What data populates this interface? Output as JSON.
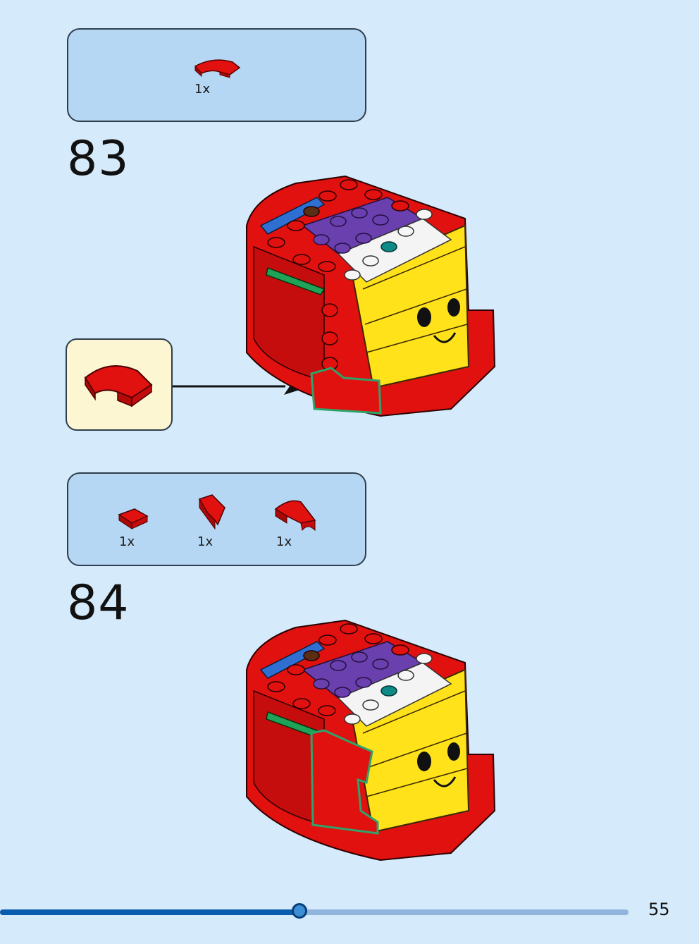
{
  "steps": [
    {
      "number": "83",
      "parts": [
        {
          "qty": "1x",
          "icon": "red-curved-slope-icon"
        }
      ]
    },
    {
      "number": "84",
      "parts": [
        {
          "qty": "1x",
          "icon": "red-tile-icon"
        },
        {
          "qty": "1x",
          "icon": "red-wedge-icon"
        },
        {
          "qty": "1x",
          "icon": "red-arch-slope-icon"
        }
      ]
    }
  ],
  "progress": {
    "fraction": 0.476
  },
  "page_number": "55",
  "colors": {
    "background": "#d5eafa",
    "parts_box": "#b5d7f3",
    "callout": "#fdf6d3",
    "brick_red": "#e20f0f",
    "progress": "#0a5cae"
  }
}
